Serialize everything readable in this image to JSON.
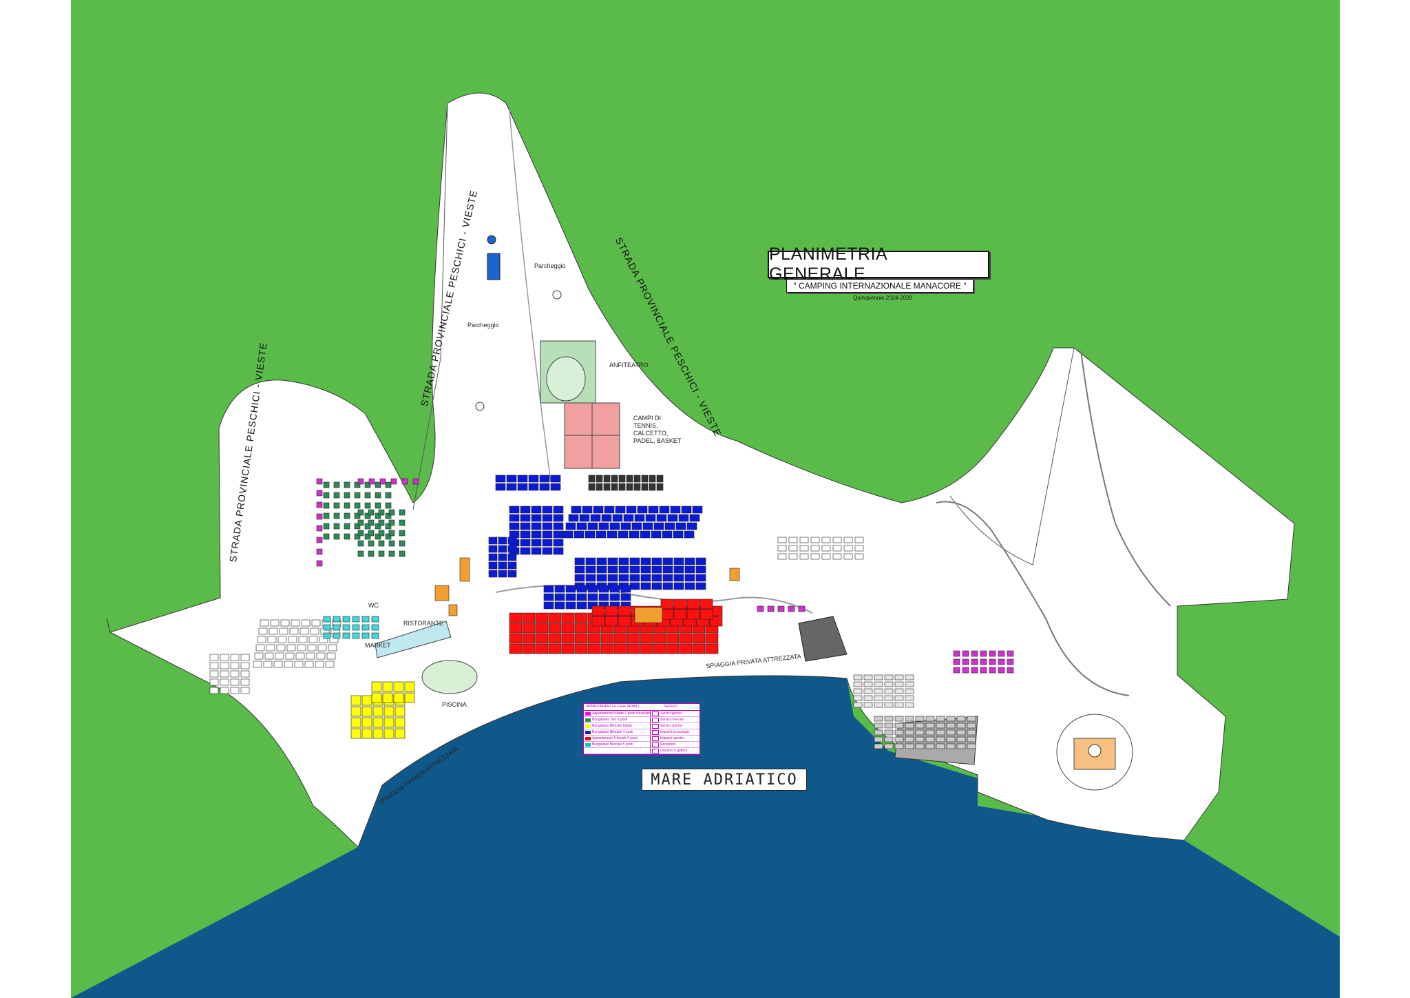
{
  "title": "PLANIMETRIA GENERALE",
  "subtitle": "\" CAMPING INTERNAZIONALE MANACORE \"",
  "period": "Quinquennio 2024-2028",
  "sea_label": "MARE ADRIATICO",
  "roads": {
    "road_left": "STRADA PROVINCIALE PESCHICI - VIESTE",
    "road_center": "STRADA PROVINCIALE PESCHICI - VIESTE",
    "road_right": "STRADA PROVINCIALE PESCHICI - VIESTE"
  },
  "labels": {
    "parcheggio_1": "Parcheggio",
    "parcheggio_2": "Parcheggio",
    "anfiteatro": "ANFITEATRO",
    "campi": "CAMPI DI TENNIS, CALCETTO, PADEL, BASKET",
    "ristorante": "RISTORANTE",
    "market": "MARKET",
    "piscina": "PISCINA",
    "spiaggia_1": "SPIAGGIA PRIVATA ATTREZZATA",
    "spiaggia_2": "SPIAGGIA PRIVATA ATTREZZATA",
    "wc": "WC"
  },
  "legend": {
    "header_left": "APPARTAMENTI & CASE MOBILI",
    "header_right": "SERVIZI",
    "rows": [
      {
        "left": "Appartamenti/Villette 6 posti max/bam",
        "left_color": "#ff00ff",
        "right": "Servizi igienici"
      },
      {
        "left": "Bungalows Trilo 6 posti",
        "left_color": "#2e8b57",
        "right": "Servizi riservati"
      },
      {
        "left": "Bungalows Bilocale Italian",
        "left_color": "#ffff00",
        "right": "Servizi sportivi"
      },
      {
        "left": "Bungalows Bilocale 4 posti",
        "left_color": "#0a1ad6",
        "right": "Impianti tecnologici"
      },
      {
        "left": "Appartamenti Trilocale 6 posti",
        "left_color": "#ff0000",
        "right": "Impianti sportivi"
      },
      {
        "left": "Bungalows Bilocale 5 posti",
        "left_color": "#00c8c8",
        "right": "Reception"
      },
      {
        "left": "",
        "left_color": "#ffffff",
        "right": "Lavatrici e gettoni"
      }
    ]
  },
  "colors": {
    "land": "#5bbb4a",
    "sea": "#11588a",
    "camp": "#ffffff",
    "blue_units": "#0a1ad6",
    "red_units": "#ff1010",
    "yellow_units": "#ffff00",
    "magenta_units": "#d030d0",
    "teal_units": "#2e8b57",
    "cyan_units": "#40d8d8",
    "sports_fields": "#f0a0a0",
    "amphitheatre": "#b8e0b8"
  }
}
